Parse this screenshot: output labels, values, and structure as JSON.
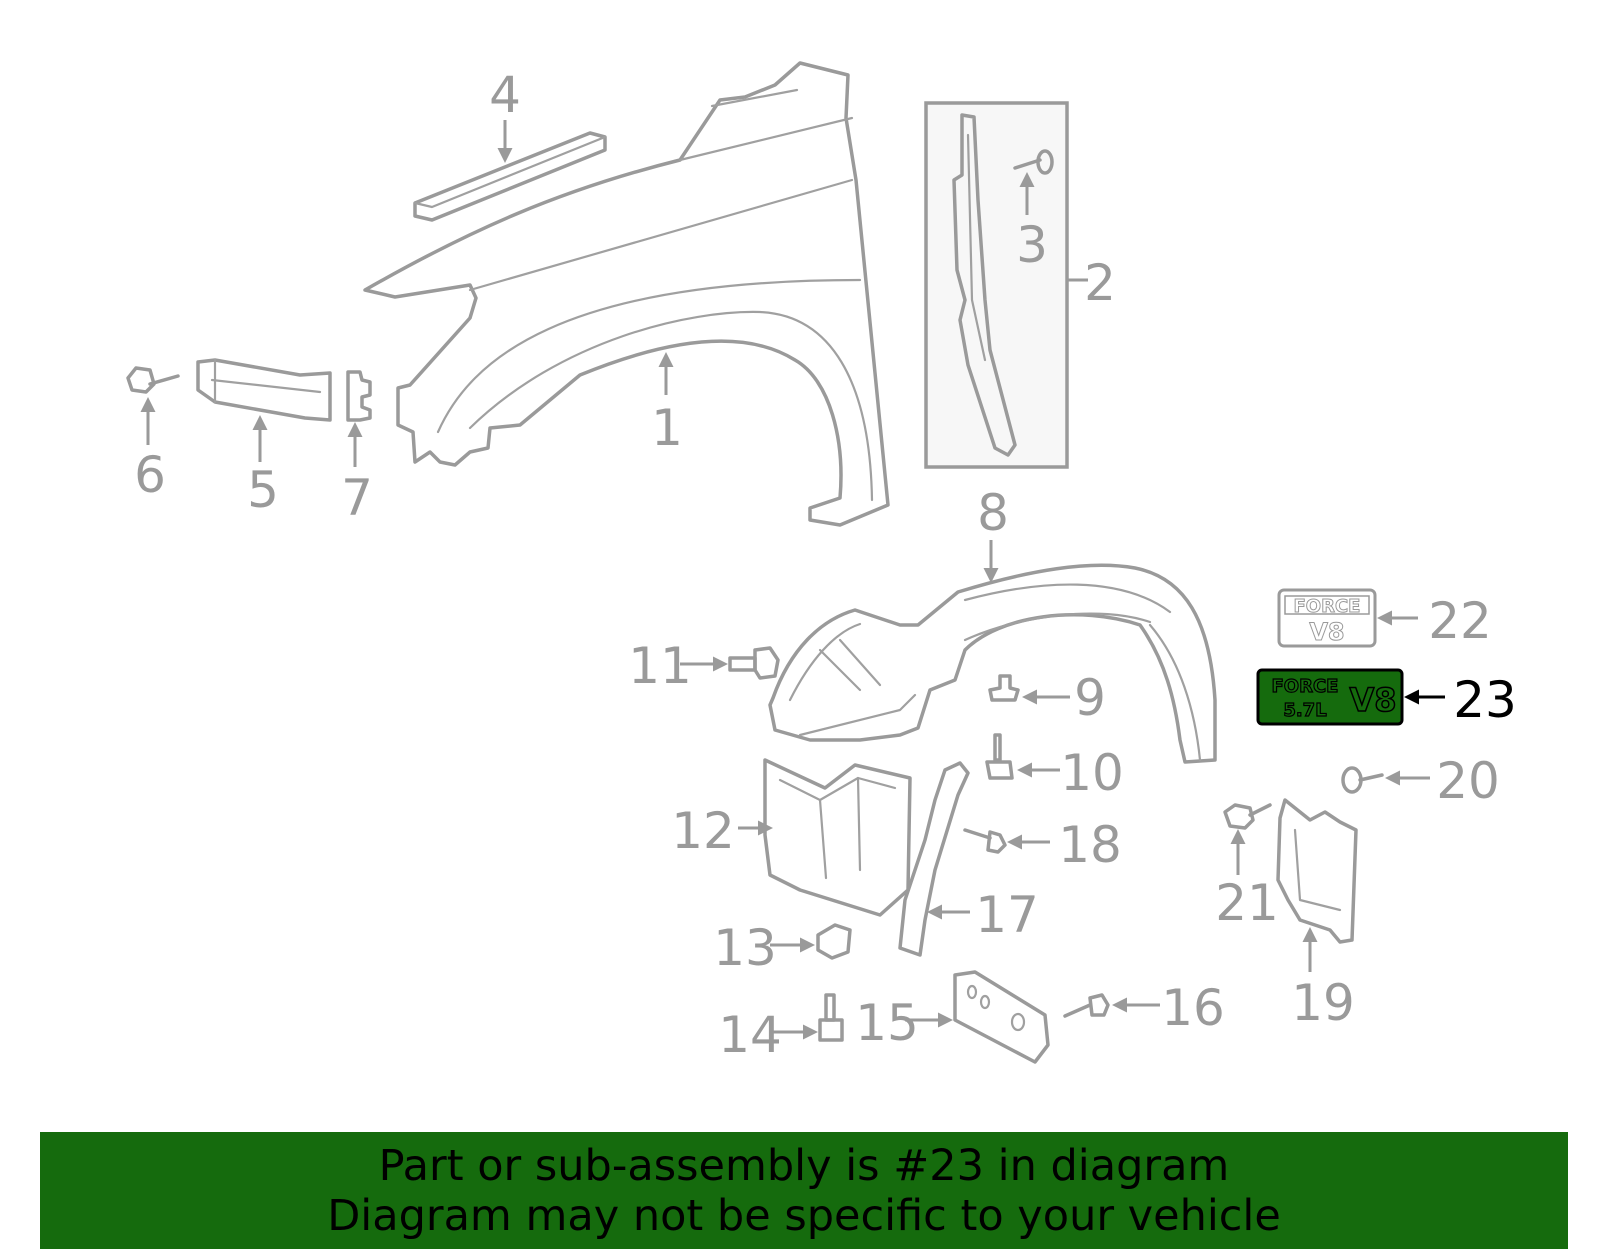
{
  "callouts": {
    "c1": "1",
    "c2": "2",
    "c3": "3",
    "c4": "4",
    "c5": "5",
    "c6": "6",
    "c7": "7",
    "c8": "8",
    "c9": "9",
    "c10": "10",
    "c11": "11",
    "c12": "12",
    "c13": "13",
    "c14": "14",
    "c15": "15",
    "c16": "16",
    "c17": "17",
    "c18": "18",
    "c19": "19",
    "c20": "20",
    "c21": "21",
    "c22": "22",
    "c23": "23"
  },
  "badges": {
    "b22_line1": "FORCE",
    "b22_line2": "V8",
    "b23_line1": "FORCE",
    "b23_line2": "5.7L",
    "b23_v8": "V8"
  },
  "highlight": {
    "part": "23",
    "color": "#156b0d"
  },
  "banner": {
    "line1": "Part or sub-assembly is #23 in diagram",
    "line2": "Diagram may not be specific to your vehicle"
  }
}
